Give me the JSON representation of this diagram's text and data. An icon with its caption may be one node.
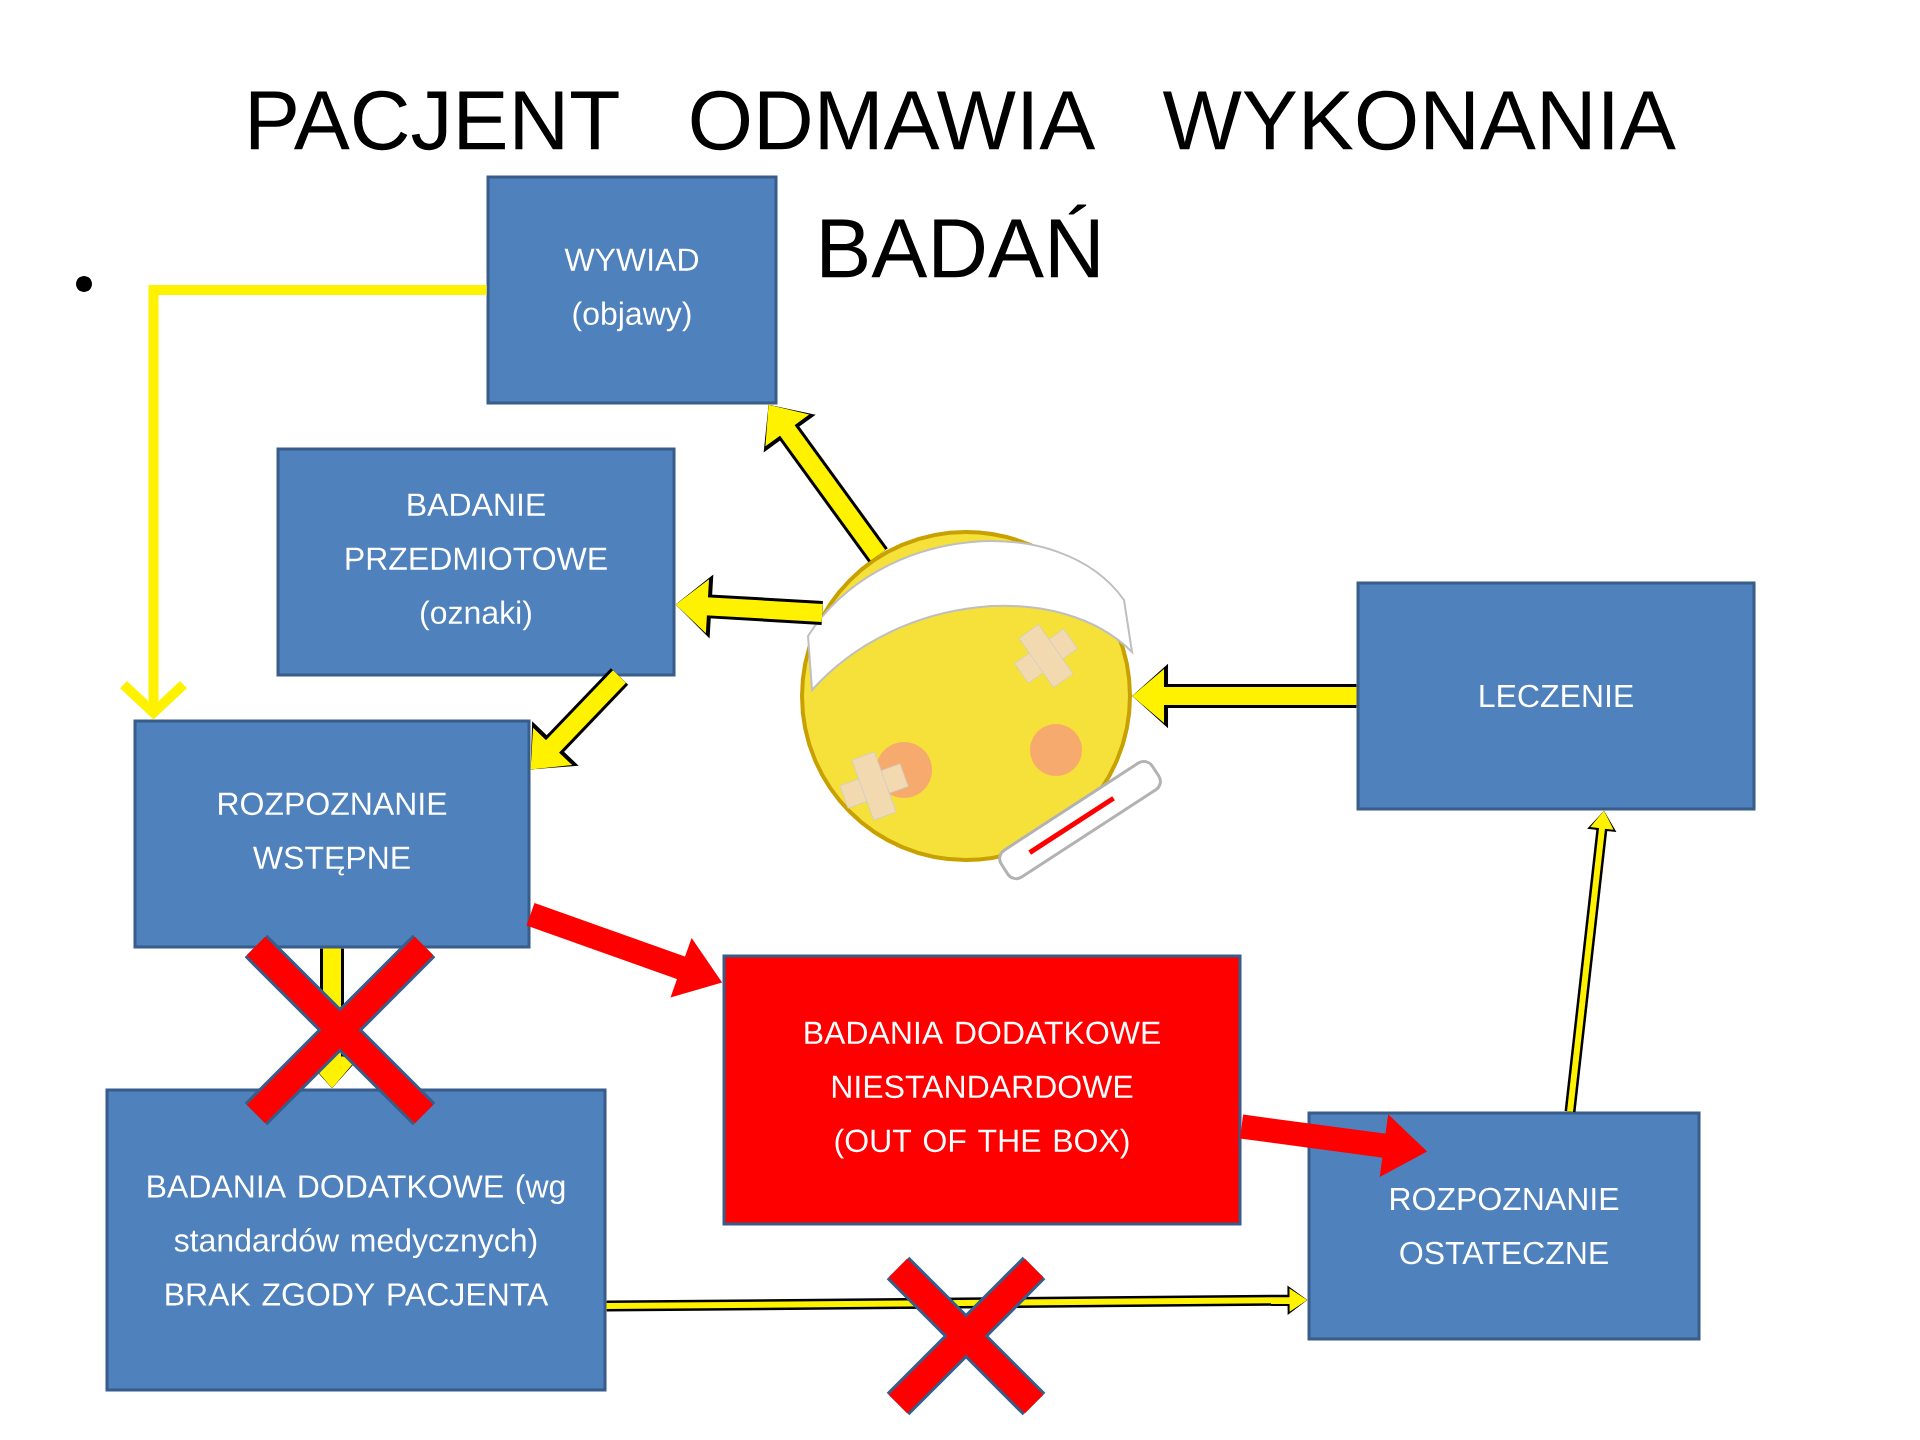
{
  "diagram": {
    "title": "PACJENT ODMAWIA WYKONANIA BADAŃ",
    "nodes": [
      {
        "text": [
          "WYWIAD (objawy)"
        ]
      },
      {
        "text": [
          "BADANIE PRZEDMIOTOWE (oznaki)"
        ]
      },
      {
        "text": [
          "ROZPOZNANIE WSTĘPNE"
        ]
      },
      {
        "text": [
          "BADANIA DODATKOWE (wg standardów medycznych)",
          "BRAK ZGODY PACJENTA"
        ]
      },
      {
        "text": [
          "BADANIA DODATKOWE NIESTANDARDOWE (OUT OF THE BOX)"
        ]
      },
      {
        "text": [
          "ROZPOZNANIE OSTATECZNE"
        ]
      },
      {
        "text": [
          "LECZENIE"
        ]
      },
      {
        "text": [],
        "shape": "picture"
      }
    ],
    "edges": [
      {
        "from": 0,
        "to": 2,
        "arrow": "to"
      },
      {
        "from": 7,
        "to": 0,
        "arrow": "to"
      },
      {
        "from": 7,
        "to": 1,
        "arrow": "to"
      },
      {
        "from": 1,
        "to": 2,
        "arrow": "to"
      },
      {
        "from": 2,
        "to": 3,
        "arrow": "to"
      },
      {
        "from": 2,
        "to": 4,
        "arrow": "to",
        "color": "#ff0000"
      },
      {
        "from": 4,
        "to": 5,
        "arrow": "to",
        "color": "#ff0000"
      },
      {
        "from": 3,
        "to": 5,
        "arrow": "to"
      },
      {
        "from": 5,
        "to": 6,
        "arrow": "to"
      },
      {
        "from": 6,
        "to": 7,
        "arrow": "to"
      }
    ]
  }
}
